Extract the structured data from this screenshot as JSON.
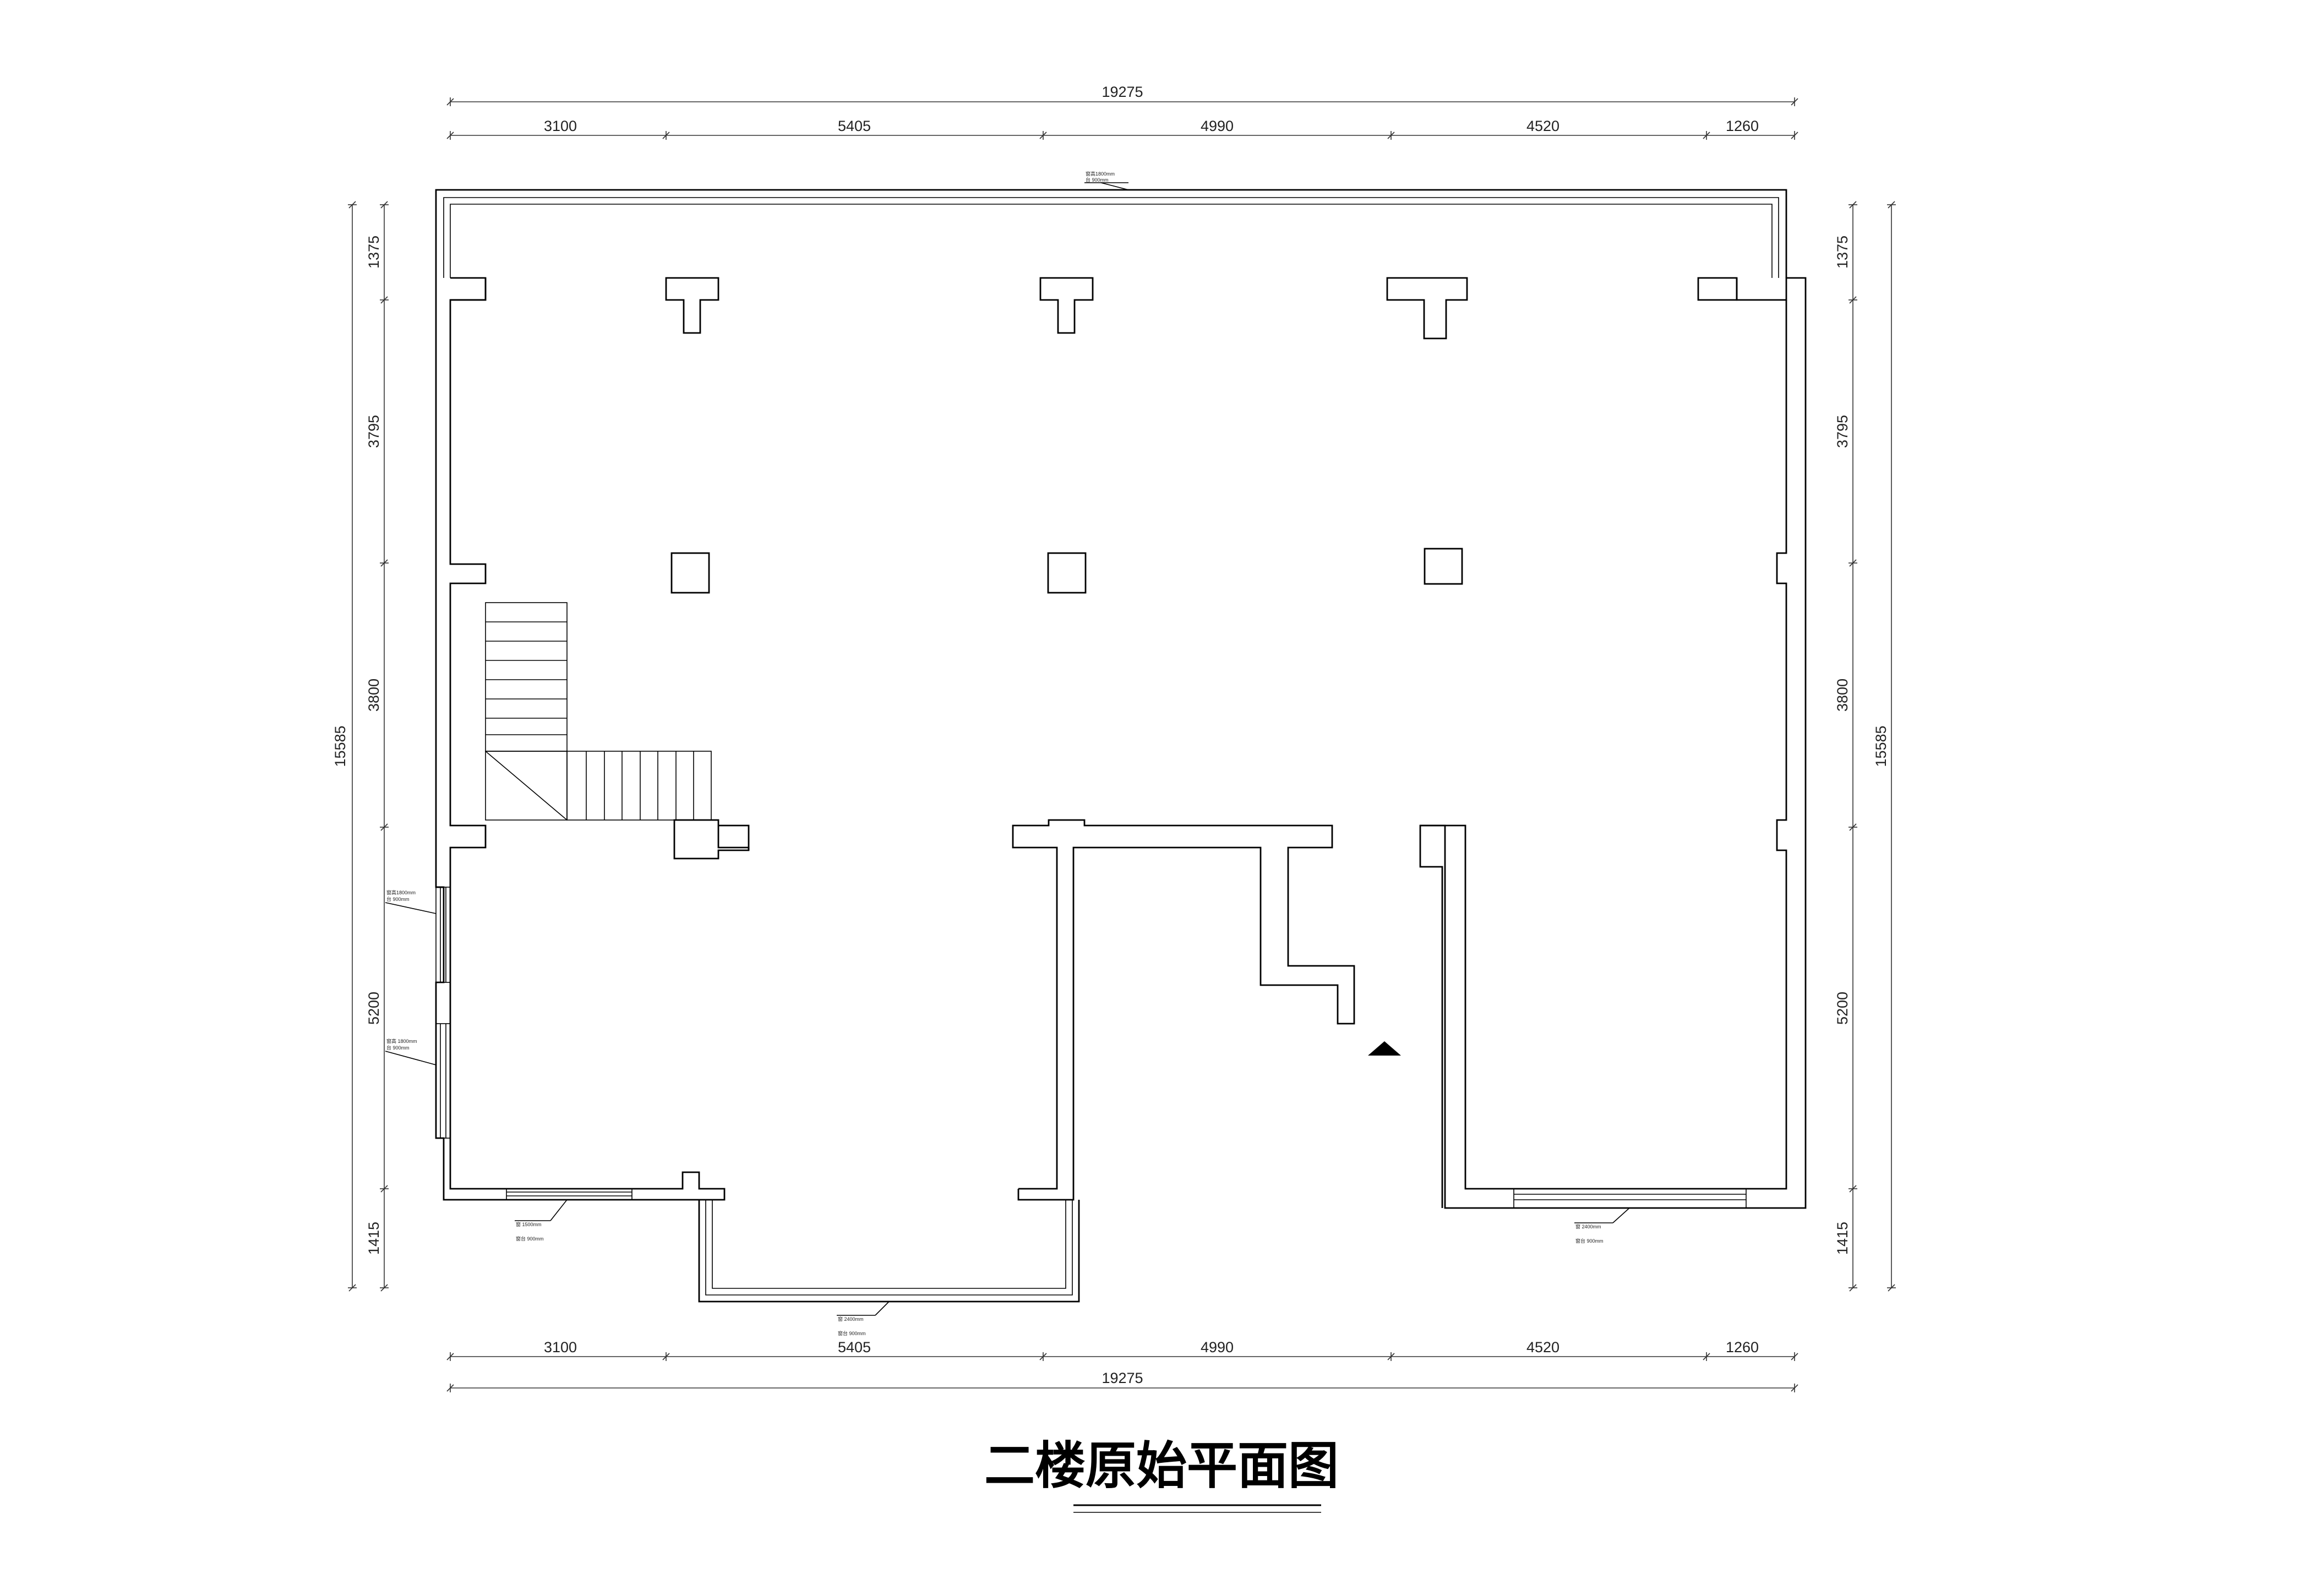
{
  "title": "二楼原始平面图",
  "dimensions": {
    "top_total": "19275",
    "top_segments": [
      "3100",
      "5405",
      "4990",
      "4520",
      "1260"
    ],
    "bottom_segments": [
      "3100",
      "5405",
      "4990",
      "4520",
      "1260"
    ],
    "bottom_total": "19275",
    "left_segments": [
      "1375",
      "3795",
      "3800",
      "5200",
      "1415"
    ],
    "left_total": "15585",
    "right_segments": [
      "1375",
      "3795",
      "3800",
      "5200",
      "1415"
    ],
    "right_total": "15585"
  },
  "annotations": {
    "top_window": [
      "窗高1800mm",
      "台 900mm"
    ],
    "left_window": [
      "窗高1800mm",
      "台 900mm"
    ],
    "left_window_lower": [
      "窗高 1800mm",
      "台 900mm"
    ],
    "bottom_left_window": [
      "窗 1500mm",
      "窗台 900mm"
    ],
    "bottom_center_window": [
      "窗 2400mm",
      "窗台 900mm"
    ],
    "bottom_right_window": [
      "窗 2400mm",
      "窗台 900mm"
    ]
  },
  "colors": {
    "line": "#000000",
    "background": "#ffffff"
  },
  "icons": {
    "entry_marker": "entry-triangle-icon"
  }
}
